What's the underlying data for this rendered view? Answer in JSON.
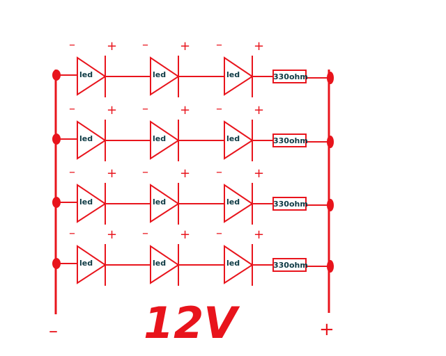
{
  "diagram": {
    "led_label": "led",
    "resistor_label": "330ohm",
    "polarity_minus": "–",
    "polarity_plus": "+",
    "negative_terminal": "–",
    "positive_terminal": "+",
    "voltage": "12V",
    "rows": 4,
    "leds_per_row": 3,
    "color": "#e8141c",
    "text_color": "#0e3a44"
  }
}
